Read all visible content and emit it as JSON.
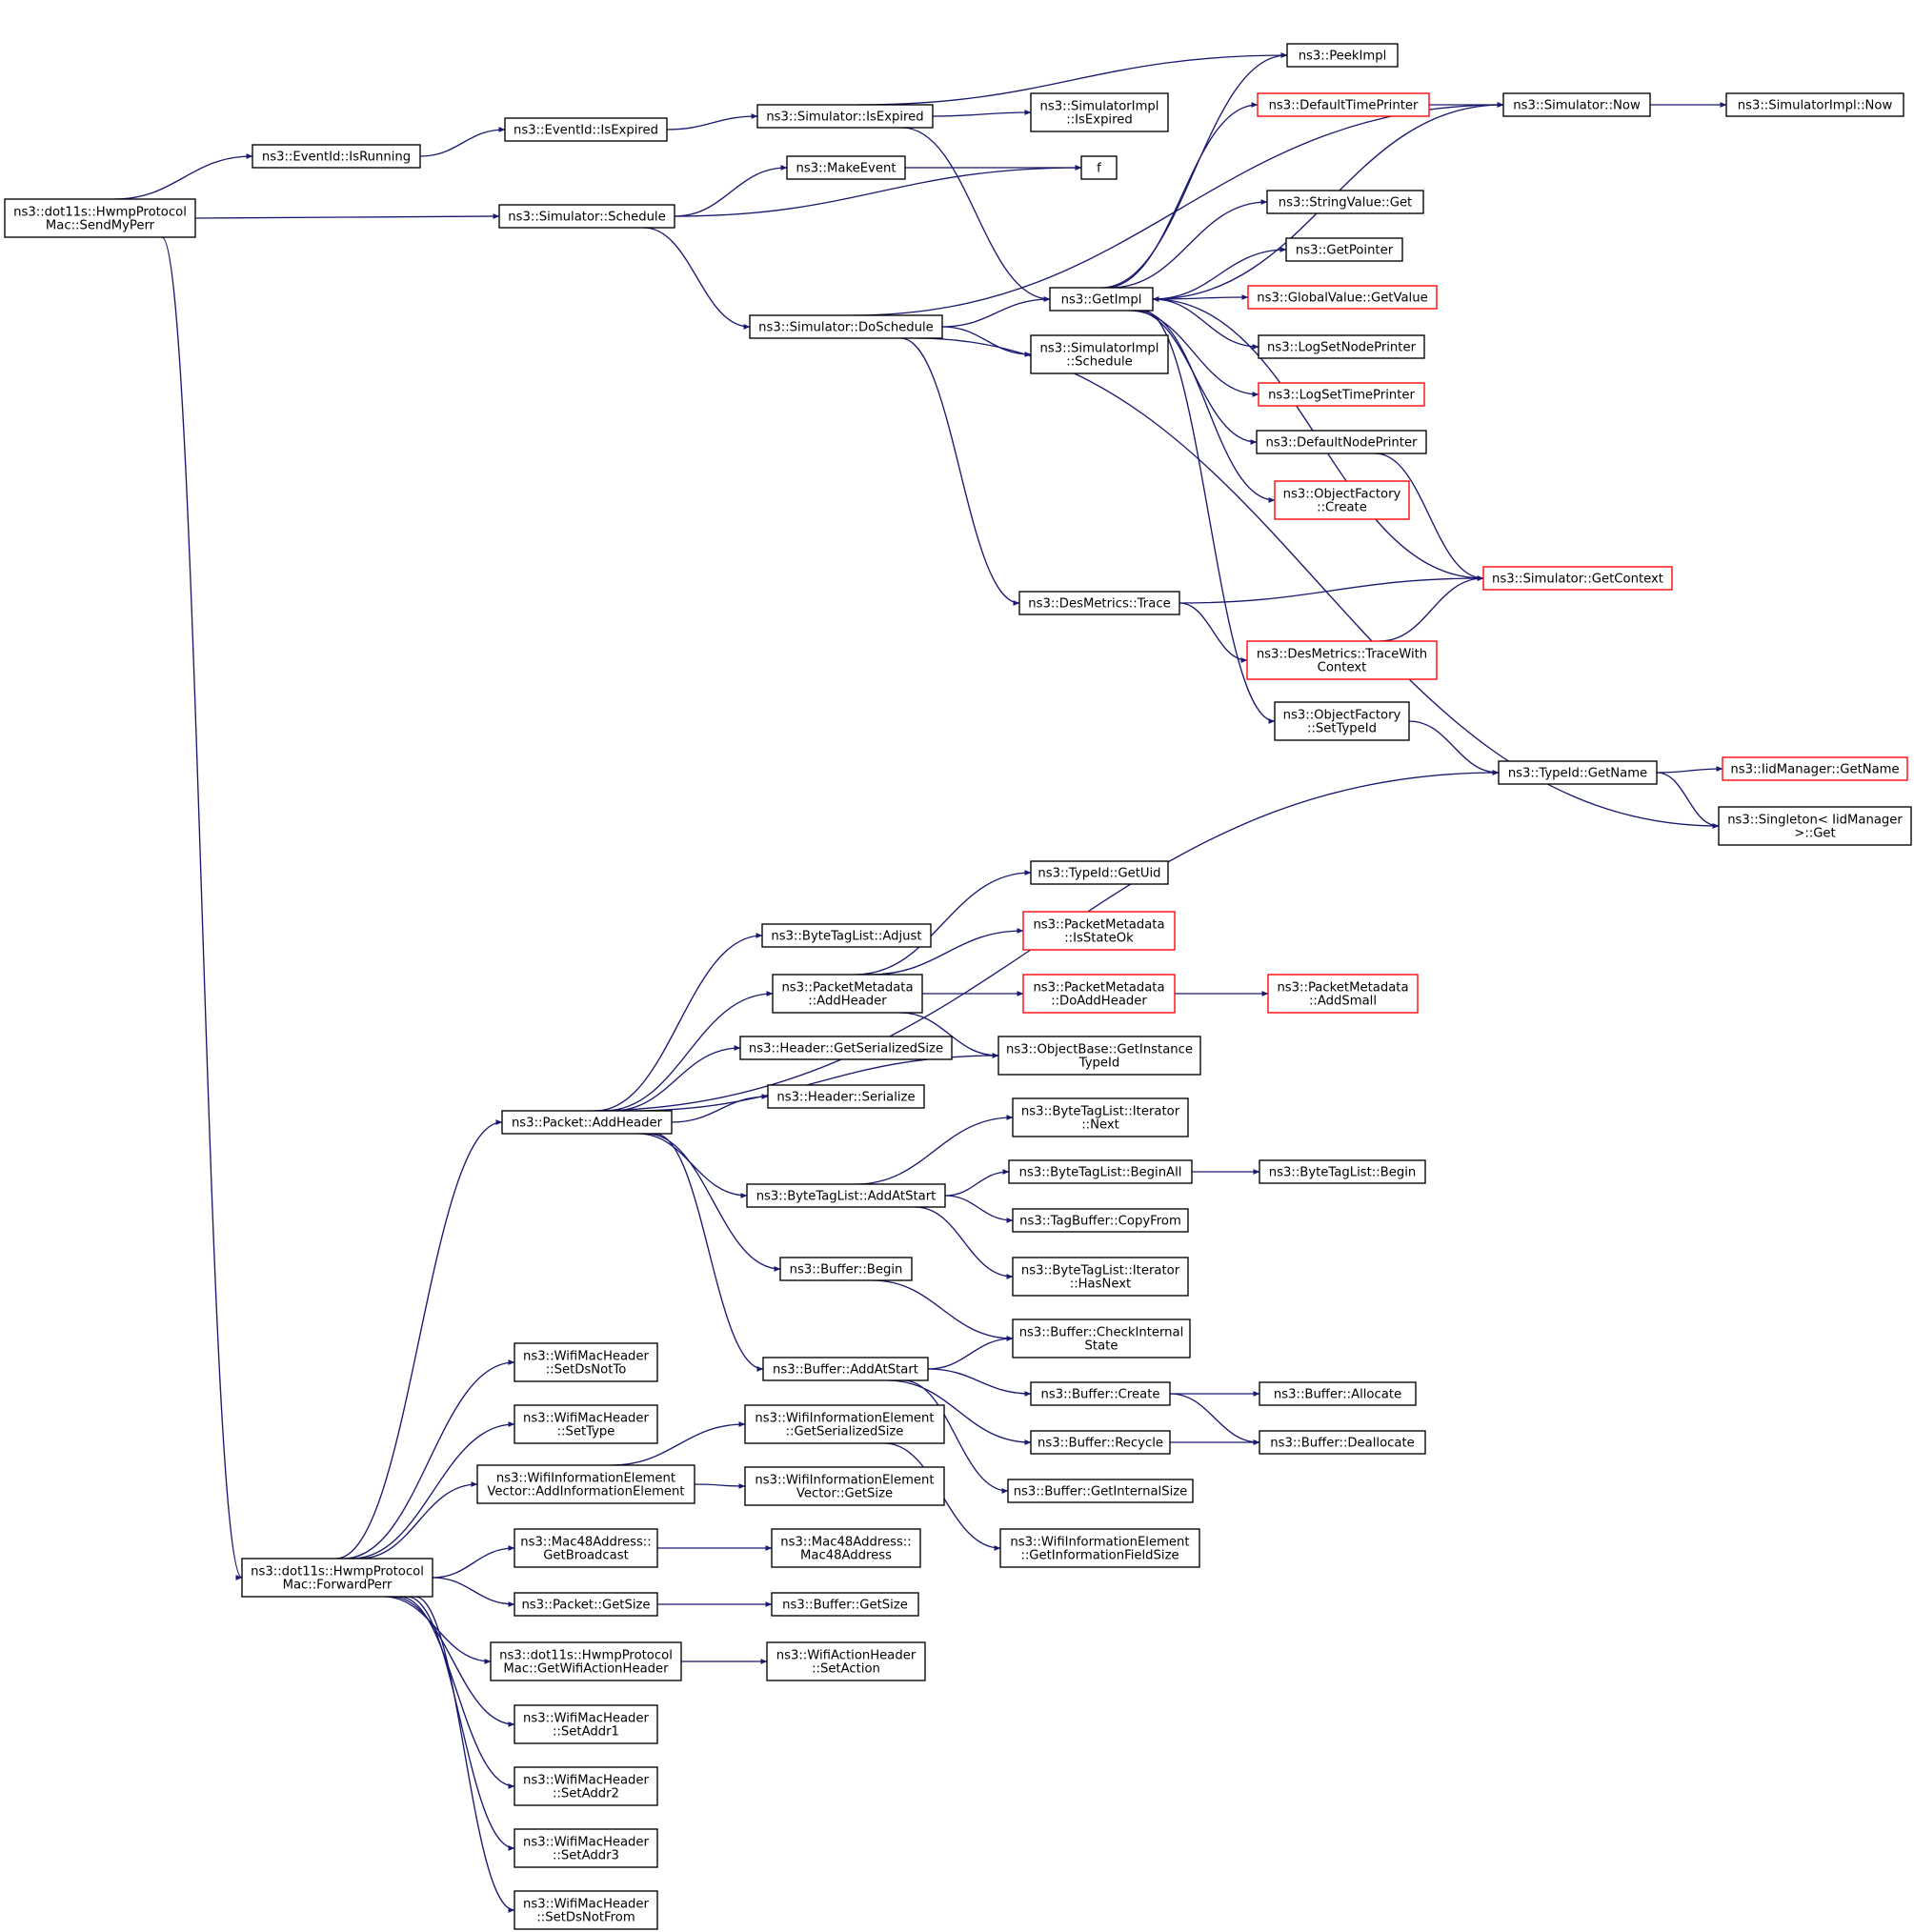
{
  "colors": {
    "edge": "#191970",
    "node_border": "#000000",
    "truncated_border": "#ff0000",
    "root_fill": "#bfbfbf",
    "node_fill": "#ffffff",
    "text": "#000000"
  },
  "nodes": [
    {
      "id": "sendmyperr",
      "lines": [
        "ns3::dot11s::HwmpProtocol",
        "Mac::SendMyPerr"
      ],
      "root": true
    },
    {
      "id": "isrunning",
      "lines": [
        "ns3::EventId::IsRunning"
      ]
    },
    {
      "id": "isexpired",
      "lines": [
        "ns3::EventId::IsExpired"
      ]
    },
    {
      "id": "sim_isexpired",
      "lines": [
        "ns3::Simulator::IsExpired"
      ]
    },
    {
      "id": "simimpl_isexpired",
      "lines": [
        "ns3::SimulatorImpl",
        "::IsExpired"
      ]
    },
    {
      "id": "peekimpl",
      "lines": [
        "ns3::PeekImpl"
      ]
    },
    {
      "id": "defaulttimeprinter",
      "lines": [
        "ns3::DefaultTimePrinter"
      ],
      "truncated": true
    },
    {
      "id": "sim_now",
      "lines": [
        "ns3::Simulator::Now"
      ]
    },
    {
      "id": "simimpl_now",
      "lines": [
        "ns3::SimulatorImpl::Now"
      ]
    },
    {
      "id": "makeevent",
      "lines": [
        "ns3::MakeEvent"
      ]
    },
    {
      "id": "f",
      "lines": [
        "f"
      ]
    },
    {
      "id": "schedule",
      "lines": [
        "ns3::Simulator::Schedule"
      ]
    },
    {
      "id": "stringvalue_get",
      "lines": [
        "ns3::StringValue::Get"
      ]
    },
    {
      "id": "getpointer",
      "lines": [
        "ns3::GetPointer"
      ]
    },
    {
      "id": "getimpl",
      "lines": [
        "ns3::GetImpl"
      ]
    },
    {
      "id": "globalvalue_getvalue",
      "lines": [
        "ns3::GlobalValue::GetValue"
      ],
      "truncated": true
    },
    {
      "id": "doschedule",
      "lines": [
        "ns3::Simulator::DoSchedule"
      ]
    },
    {
      "id": "simimpl_schedule",
      "lines": [
        "ns3::SimulatorImpl",
        "::Schedule"
      ]
    },
    {
      "id": "logsetnodeprinter",
      "lines": [
        "ns3::LogSetNodePrinter"
      ]
    },
    {
      "id": "logsettimeprinter",
      "lines": [
        "ns3::LogSetTimePrinter"
      ],
      "truncated": true
    },
    {
      "id": "defaultnodeprinter",
      "lines": [
        "ns3::DefaultNodePrinter"
      ]
    },
    {
      "id": "objectfactory_create",
      "lines": [
        "ns3::ObjectFactory",
        "::Create"
      ],
      "truncated": true
    },
    {
      "id": "getcontext",
      "lines": [
        "ns3::Simulator::GetContext"
      ],
      "truncated": true
    },
    {
      "id": "desmetrics_trace",
      "lines": [
        "ns3::DesMetrics::Trace"
      ]
    },
    {
      "id": "tracewithcontext",
      "lines": [
        "ns3::DesMetrics::TraceWith",
        "Context"
      ],
      "truncated": true
    },
    {
      "id": "settypeid",
      "lines": [
        "ns3::ObjectFactory",
        "::SetTypeId"
      ]
    },
    {
      "id": "typeid_getname",
      "lines": [
        "ns3::TypeId::GetName"
      ]
    },
    {
      "id": "iidmanager_getname",
      "lines": [
        "ns3::IidManager::GetName"
      ],
      "truncated": true
    },
    {
      "id": "singleton_get",
      "lines": [
        "ns3::Singleton< IidManager",
        ">::Get"
      ]
    },
    {
      "id": "typeid_getuid",
      "lines": [
        "ns3::TypeId::GetUid"
      ]
    },
    {
      "id": "bytetaglist_adjust",
      "lines": [
        "ns3::ByteTagList::Adjust"
      ]
    },
    {
      "id": "pm_isstateok",
      "lines": [
        "ns3::PacketMetadata",
        "::IsStateOk"
      ],
      "truncated": true
    },
    {
      "id": "pm_addheader",
      "lines": [
        "ns3::PacketMetadata",
        "::AddHeader"
      ]
    },
    {
      "id": "pm_doaddheader",
      "lines": [
        "ns3::PacketMetadata",
        "::DoAddHeader"
      ],
      "truncated": true
    },
    {
      "id": "pm_addsmall",
      "lines": [
        "ns3::PacketMetadata",
        "::AddSmall"
      ],
      "truncated": true
    },
    {
      "id": "header_getserializedsize",
      "lines": [
        "ns3::Header::GetSerializedSize"
      ]
    },
    {
      "id": "getinstancetypeid",
      "lines": [
        "ns3::ObjectBase::GetInstance",
        "TypeId"
      ]
    },
    {
      "id": "header_serialize",
      "lines": [
        "ns3::Header::Serialize"
      ]
    },
    {
      "id": "packet_addheader",
      "lines": [
        "ns3::Packet::AddHeader"
      ]
    },
    {
      "id": "btl_iter_next",
      "lines": [
        "ns3::ByteTagList::Iterator",
        "::Next"
      ]
    },
    {
      "id": "btl_beginall",
      "lines": [
        "ns3::ByteTagList::BeginAll"
      ]
    },
    {
      "id": "btl_begin",
      "lines": [
        "ns3::ByteTagList::Begin"
      ]
    },
    {
      "id": "btl_addatstart",
      "lines": [
        "ns3::ByteTagList::AddAtStart"
      ]
    },
    {
      "id": "tagbuffer_copyfrom",
      "lines": [
        "ns3::TagBuffer::CopyFrom"
      ]
    },
    {
      "id": "btl_iter_hasnext",
      "lines": [
        "ns3::ByteTagList::Iterator",
        "::HasNext"
      ]
    },
    {
      "id": "buffer_begin",
      "lines": [
        "ns3::Buffer::Begin"
      ]
    },
    {
      "id": "buffer_checkinternal",
      "lines": [
        "ns3::Buffer::CheckInternal",
        "State"
      ]
    },
    {
      "id": "setdsnotto",
      "lines": [
        "ns3::WifiMacHeader",
        "::SetDsNotTo"
      ]
    },
    {
      "id": "buffer_addatstart",
      "lines": [
        "ns3::Buffer::AddAtStart"
      ]
    },
    {
      "id": "buffer_create",
      "lines": [
        "ns3::Buffer::Create"
      ]
    },
    {
      "id": "buffer_allocate",
      "lines": [
        "ns3::Buffer::Allocate"
      ]
    },
    {
      "id": "settype",
      "lines": [
        "ns3::WifiMacHeader",
        "::SetType"
      ]
    },
    {
      "id": "wie_getserializedsize",
      "lines": [
        "ns3::WifiInformationElement",
        "::GetSerializedSize"
      ]
    },
    {
      "id": "buffer_recycle",
      "lines": [
        "ns3::Buffer::Recycle"
      ]
    },
    {
      "id": "buffer_deallocate",
      "lines": [
        "ns3::Buffer::Deallocate"
      ]
    },
    {
      "id": "wiev_addie",
      "lines": [
        "ns3::WifiInformationElement",
        "Vector::AddInformationElement"
      ]
    },
    {
      "id": "wiev_getsize",
      "lines": [
        "ns3::WifiInformationElement",
        "Vector::GetSize"
      ]
    },
    {
      "id": "buffer_getinternalsize",
      "lines": [
        "ns3::Buffer::GetInternalSize"
      ]
    },
    {
      "id": "getbroadcast",
      "lines": [
        "ns3::Mac48Address::",
        "GetBroadcast"
      ]
    },
    {
      "id": "mac48address",
      "lines": [
        "ns3::Mac48Address::",
        "Mac48Address"
      ]
    },
    {
      "id": "wie_getinfofieldsize",
      "lines": [
        "ns3::WifiInformationElement",
        "::GetInformationFieldSize"
      ]
    },
    {
      "id": "forwardperr",
      "lines": [
        "ns3::dot11s::HwmpProtocol",
        "Mac::ForwardPerr"
      ]
    },
    {
      "id": "packet_getsize",
      "lines": [
        "ns3::Packet::GetSize"
      ]
    },
    {
      "id": "buffer_getsize",
      "lines": [
        "ns3::Buffer::GetSize"
      ]
    },
    {
      "id": "getwifiactionheader",
      "lines": [
        "ns3::dot11s::HwmpProtocol",
        "Mac::GetWifiActionHeader"
      ]
    },
    {
      "id": "setaction",
      "lines": [
        "ns3::WifiActionHeader",
        "::SetAction"
      ]
    },
    {
      "id": "setaddr1",
      "lines": [
        "ns3::WifiMacHeader",
        "::SetAddr1"
      ]
    },
    {
      "id": "setaddr2",
      "lines": [
        "ns3::WifiMacHeader",
        "::SetAddr2"
      ]
    },
    {
      "id": "setaddr3",
      "lines": [
        "ns3::WifiMacHeader",
        "::SetAddr3"
      ]
    },
    {
      "id": "setdsnotfrom",
      "lines": [
        "ns3::WifiMacHeader",
        "::SetDsNotFrom"
      ]
    }
  ],
  "edges": [
    [
      "sendmyperr",
      "isrunning"
    ],
    [
      "sendmyperr",
      "schedule"
    ],
    [
      "sendmyperr",
      "forwardperr"
    ],
    [
      "isrunning",
      "isexpired"
    ],
    [
      "isexpired",
      "sim_isexpired"
    ],
    [
      "sim_isexpired",
      "peekimpl"
    ],
    [
      "sim_isexpired",
      "simimpl_isexpired"
    ],
    [
      "sim_isexpired",
      "getimpl"
    ],
    [
      "schedule",
      "makeevent"
    ],
    [
      "schedule",
      "f"
    ],
    [
      "schedule",
      "doschedule"
    ],
    [
      "makeevent",
      "f"
    ],
    [
      "doschedule",
      "sim_now"
    ],
    [
      "doschedule",
      "getimpl"
    ],
    [
      "doschedule",
      "simimpl_schedule"
    ],
    [
      "doschedule",
      "desmetrics_trace"
    ],
    [
      "doschedule",
      "singleton_get"
    ],
    [
      "defaulttimeprinter",
      "sim_now"
    ],
    [
      "sim_now",
      "getimpl"
    ],
    [
      "sim_now",
      "simimpl_now"
    ],
    [
      "getimpl",
      "peekimpl"
    ],
    [
      "getimpl",
      "defaulttimeprinter"
    ],
    [
      "getimpl",
      "stringvalue_get"
    ],
    [
      "getimpl",
      "getpointer"
    ],
    [
      "getimpl",
      "globalvalue_getvalue"
    ],
    [
      "getimpl",
      "logsetnodeprinter"
    ],
    [
      "getimpl",
      "logsettimeprinter"
    ],
    [
      "getimpl",
      "defaultnodeprinter"
    ],
    [
      "getimpl",
      "objectfactory_create"
    ],
    [
      "getimpl",
      "settypeid"
    ],
    [
      "getcontext",
      "getimpl"
    ],
    [
      "defaultnodeprinter",
      "getcontext"
    ],
    [
      "desmetrics_trace",
      "getcontext"
    ],
    [
      "desmetrics_trace",
      "tracewithcontext"
    ],
    [
      "tracewithcontext",
      "getcontext"
    ],
    [
      "settypeid",
      "typeid_getname"
    ],
    [
      "typeid_getname",
      "iidmanager_getname"
    ],
    [
      "typeid_getname",
      "singleton_get"
    ],
    [
      "forwardperr",
      "packet_addheader"
    ],
    [
      "forwardperr",
      "setdsnotto"
    ],
    [
      "forwardperr",
      "settype"
    ],
    [
      "forwardperr",
      "wiev_addie"
    ],
    [
      "forwardperr",
      "getbroadcast"
    ],
    [
      "forwardperr",
      "packet_getsize"
    ],
    [
      "forwardperr",
      "getwifiactionheader"
    ],
    [
      "forwardperr",
      "setaddr1"
    ],
    [
      "forwardperr",
      "setaddr2"
    ],
    [
      "forwardperr",
      "setaddr3"
    ],
    [
      "forwardperr",
      "setdsnotfrom"
    ],
    [
      "packet_addheader",
      "typeid_getname"
    ],
    [
      "packet_addheader",
      "bytetaglist_adjust"
    ],
    [
      "packet_addheader",
      "pm_addheader"
    ],
    [
      "packet_addheader",
      "header_getserializedsize"
    ],
    [
      "packet_addheader",
      "header_serialize"
    ],
    [
      "packet_addheader",
      "getinstancetypeid"
    ],
    [
      "packet_addheader",
      "btl_addatstart"
    ],
    [
      "packet_addheader",
      "buffer_begin"
    ],
    [
      "packet_addheader",
      "buffer_addatstart"
    ],
    [
      "pm_addheader",
      "typeid_getuid"
    ],
    [
      "pm_addheader",
      "pm_isstateok"
    ],
    [
      "pm_addheader",
      "pm_doaddheader"
    ],
    [
      "pm_addheader",
      "getinstancetypeid"
    ],
    [
      "pm_doaddheader",
      "pm_addsmall"
    ],
    [
      "btl_addatstart",
      "btl_iter_next"
    ],
    [
      "btl_addatstart",
      "btl_beginall"
    ],
    [
      "btl_addatstart",
      "tagbuffer_copyfrom"
    ],
    [
      "btl_addatstart",
      "btl_iter_hasnext"
    ],
    [
      "btl_beginall",
      "btl_begin"
    ],
    [
      "buffer_begin",
      "buffer_checkinternal"
    ],
    [
      "buffer_addatstart",
      "buffer_checkinternal"
    ],
    [
      "buffer_addatstart",
      "buffer_create"
    ],
    [
      "buffer_addatstart",
      "buffer_recycle"
    ],
    [
      "buffer_addatstart",
      "buffer_getinternalsize"
    ],
    [
      "buffer_create",
      "buffer_allocate"
    ],
    [
      "buffer_create",
      "buffer_deallocate"
    ],
    [
      "buffer_recycle",
      "buffer_deallocate"
    ],
    [
      "wiev_addie",
      "wie_getserializedsize"
    ],
    [
      "wiev_addie",
      "wiev_getsize"
    ],
    [
      "wie_getserializedsize",
      "wie_getinfofieldsize"
    ],
    [
      "getbroadcast",
      "mac48address"
    ],
    [
      "packet_getsize",
      "buffer_getsize"
    ],
    [
      "getwifiactionheader",
      "setaction"
    ]
  ]
}
